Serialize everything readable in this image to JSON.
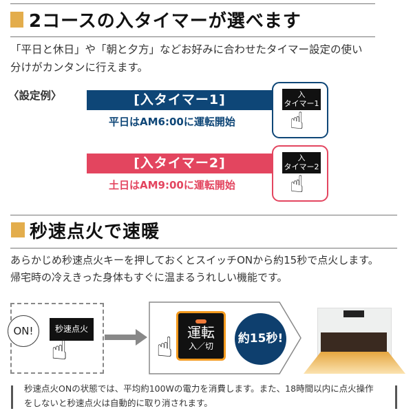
{
  "section1": {
    "title": "2コースの入タイマーが選べます",
    "body": [
      "「平日と休日」や「朝と夕方」などお好みに合わせたタイマー設定の使い",
      "分けがカンタンに行えます。"
    ],
    "example_label": "〈設定例〉",
    "timers": [
      {
        "label": "[入タイマー1]",
        "schedule": "平日はAM6:00に運転開始",
        "key_top": "入",
        "key_bottom": "タイマー1",
        "color": "#0e4677"
      },
      {
        "label": "[入タイマー2]",
        "schedule": "土日はAM9:00に運転開始",
        "key_top": "入",
        "key_bottom": "タイマー2",
        "color": "#e3455f"
      }
    ]
  },
  "section2": {
    "title": "秒速点火で速暖",
    "body": [
      "あらかじめ秒速点火キーを押しておくとスイッチONから約15秒で点火します。",
      "帰宅時の冷えきった身体もすぐに温まるうれしい機能です。"
    ],
    "bubble": "ON!",
    "quick_key": "秒速点火",
    "run_key_top": "運転",
    "run_key_bottom": "入／切",
    "badge": "約15秒!",
    "note": [
      "秒速点火ONの状態では、平均約100Wの電力を消費します。また、18時間以内に点火操作",
      "をしないと秒速点火は自動的に取り消されます。"
    ]
  },
  "colors": {
    "accent": "#e3ad4c",
    "navy": "#0e4677",
    "pink": "#e3455f",
    "orange": "#f39a1e"
  }
}
